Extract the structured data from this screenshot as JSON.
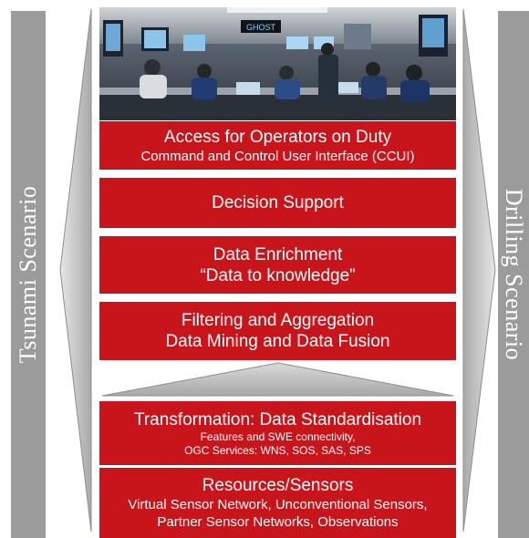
{
  "sides": {
    "left_label": "Tsunami Scenario",
    "right_label": "Drilling Scenario"
  },
  "photo": {
    "sign_text": "GHOST"
  },
  "layers": [
    {
      "title": "Access for Operators on Duty",
      "subtitle": "Command and Control User Interface (CCUI)"
    },
    {
      "title": "Decision Support"
    },
    {
      "title": "Data Enrichment",
      "subtitle": "“Data to knowledge”"
    },
    {
      "title": "Filtering and Aggregation",
      "subtitle": "Data Mining and Data Fusion"
    },
    {
      "title": "Transformation: Data Standardisation",
      "detail1": "Features and SWE connectivity,",
      "detail2": "OGC Services: WNS, SOS, SAS, SPS"
    },
    {
      "title": "Resources/Sensors",
      "detail1": "Virtual Sensor Network, Unconventional Sensors,",
      "detail2": "Partner Sensor Networks, Observations"
    }
  ],
  "colors": {
    "layer_red": "#c8141b",
    "side_gray": "#9b9b9b",
    "arrow_gray": "#bdbdbd"
  }
}
